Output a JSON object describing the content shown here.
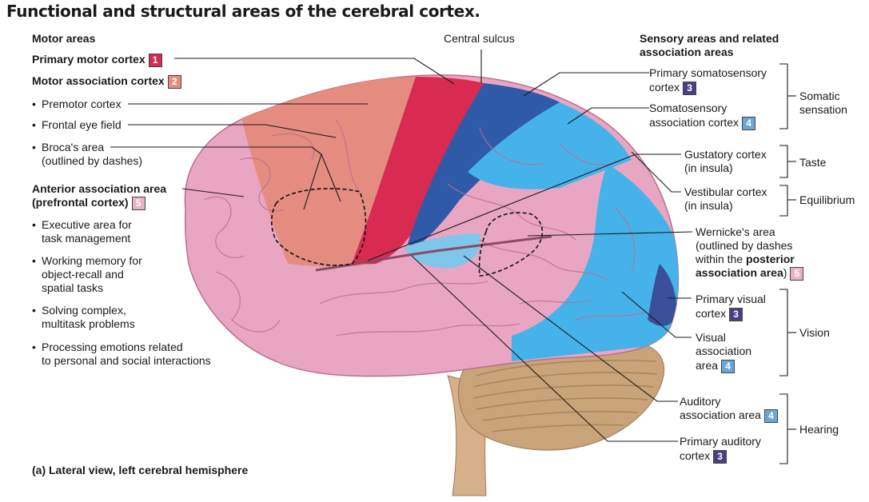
{
  "title": "Functional and structural areas of the cerebral cortex.",
  "caption": "(a) Lateral view, left cerebral hemisphere",
  "central_sulcus": "Central sulcus",
  "colors": {
    "primary_motor": "#d92b52",
    "motor_association": "#e58c80",
    "primary_sensory": "#4b3d86",
    "sensory_association": "#6aa6d6",
    "multimodal_association": "#e8b3c8",
    "primary_somatosensory_fill": "#2e5aa8",
    "association_blue_fill": "#45b3ea",
    "brain_pink": "#e9a6c3",
    "cerebellum": "#c9a379"
  },
  "left": {
    "motor_heading": "Motor areas",
    "primary_motor": {
      "label": "Primary motor cortex",
      "badge": "1"
    },
    "motor_association": {
      "label": "Motor association cortex",
      "badge": "2"
    },
    "premotor": "Premotor cortex",
    "frontal_eye": "Frontal eye field",
    "broca_line1": "Broca's area",
    "broca_line2": "(outlined by dashes)",
    "anterior_line1": "Anterior association area",
    "anterior_line2": "(prefrontal cortex)",
    "anterior_badge": "5",
    "executive_line1": "Executive area for",
    "executive_line2": "task management",
    "working_line1": "Working memory for",
    "working_line2": "object-recall and",
    "working_line3": "spatial tasks",
    "solving_line1": "Solving complex,",
    "solving_line2": "multitask problems",
    "emotions_line1": "Processing emotions related",
    "emotions_line2": "to personal and social interactions"
  },
  "right": {
    "heading_line1": "Sensory areas and related",
    "heading_line2": "association areas",
    "prim_somato_line1": "Primary somatosensory",
    "prim_somato_line2": "cortex",
    "prim_somato_badge": "3",
    "somato_assoc_line1": "Somatosensory",
    "somato_assoc_line2": "association cortex",
    "somato_assoc_badge": "4",
    "somatic_line1": "Somatic",
    "somatic_line2": "sensation",
    "gustatory_line1": "Gustatory cortex",
    "gustatory_line2": "(in insula)",
    "taste": "Taste",
    "vestibular_line1": "Vestibular cortex",
    "vestibular_line2": "(in insula)",
    "equilibrium": "Equilibrium",
    "wernicke_line1": "Wernicke's area",
    "wernicke_line2": "(outlined by dashes",
    "wernicke_line3_pre": "within the ",
    "wernicke_line3_bold": "posterior",
    "wernicke_line4_bold": "association area",
    "wernicke_line4_post": ")",
    "wernicke_badge": "5",
    "prim_visual_line1": "Primary visual",
    "prim_visual_line2": "cortex",
    "prim_visual_badge": "3",
    "visual_assoc_line1": "Visual",
    "visual_assoc_line2": "association",
    "visual_assoc_line3": "area",
    "visual_assoc_badge": "4",
    "vision": "Vision",
    "aud_assoc_line1": "Auditory",
    "aud_assoc_line2": "association area",
    "aud_assoc_badge": "4",
    "prim_aud_line1": "Primary auditory",
    "prim_aud_line2": "cortex",
    "prim_aud_badge": "3",
    "hearing": "Hearing"
  }
}
